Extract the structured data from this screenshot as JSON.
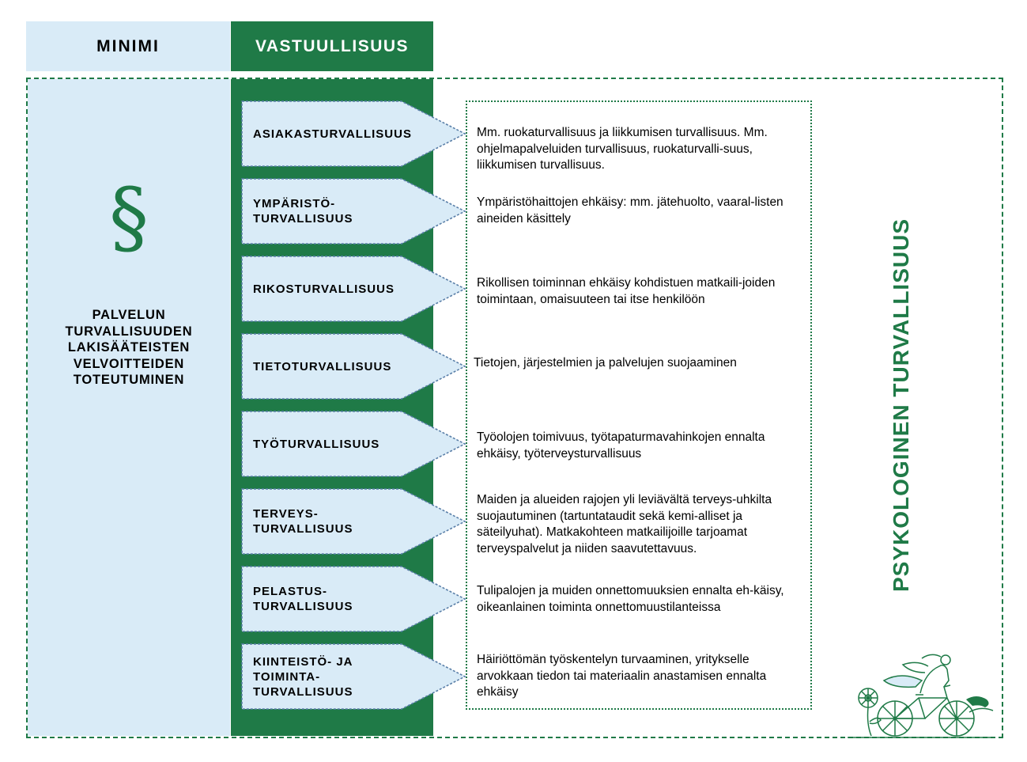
{
  "header": {
    "minimi": "MINIMI",
    "vastuullisuus": "VASTUULLISUUS"
  },
  "minimi": {
    "icon": "paragraph-icon",
    "symbol": "§",
    "text_lines": [
      "PALVELUN",
      "TURVALLISUUDEN",
      "LAKISÄÄTEISTEN",
      "VELVOITTEIDEN",
      "TOTEUTUMINEN"
    ]
  },
  "categories": [
    {
      "label_lines": [
        "ASIAKASTURVALLISUUS"
      ],
      "description": "Mm. ruokaturvallisuus ja liikkumisen turvallisuus. Mm. ohjelmapalveluiden turvallisuus, ruokaturvalli-suus, liikkumisen turvallisuus."
    },
    {
      "label_lines": [
        "YMPÄRISTÖ-",
        "TURVALLISUUS"
      ],
      "description": "Ympäristöhaittojen ehkäisy: mm. jätehuolto, vaaral-listen aineiden käsittely"
    },
    {
      "label_lines": [
        "RIKOSTURVALLISUUS"
      ],
      "description": "Rikollisen toiminnan ehkäisy kohdistuen matkaili-joiden toimintaan, omaisuuteen tai itse henkilöön"
    },
    {
      "label_lines": [
        "TIETOTURVALLISUUS"
      ],
      "description": "Tietojen, järjestelmien ja palvelujen suojaaminen"
    },
    {
      "label_lines": [
        "TYÖTURVALLISUUS"
      ],
      "description": "Työolojen toimivuus, työtapaturmavahinkojen ennalta ehkäisy, työterveysturvallisuus"
    },
    {
      "label_lines": [
        "TERVEYS-",
        "TURVALLISUUS"
      ],
      "description": "Maiden ja alueiden rajojen yli leviävältä terveys-uhkilta suojautuminen (tartuntataudit sekä kemi-alliset ja säteilyuhat). Matkakohteen matkailijoille tarjoamat terveyspalvelut ja niiden saavutettavuus."
    },
    {
      "label_lines": [
        "PELASTUS-",
        "TURVALLISUUS"
      ],
      "description": "Tulipalojen ja muiden onnettomuuksien ennalta eh-käisy, oikeanlainen toiminta onnettomuustilanteissa"
    },
    {
      "label_lines": [
        "KIINTEISTÖ- JA",
        "TOIMINTA-",
        "TURVALLISUUS"
      ],
      "description": "Häiriöttömän työskentelyn turvaaminen, yritykselle arvokkaan tiedon tai materiaalin anastamisen ennalta ehkäisy"
    }
  ],
  "vertical_title": "PSYKOLOGINEN TURVALLISUUS",
  "illustration": "cyclist-illustration",
  "colors": {
    "green": "#1f7a47",
    "light_blue": "#d9ebf7"
  }
}
